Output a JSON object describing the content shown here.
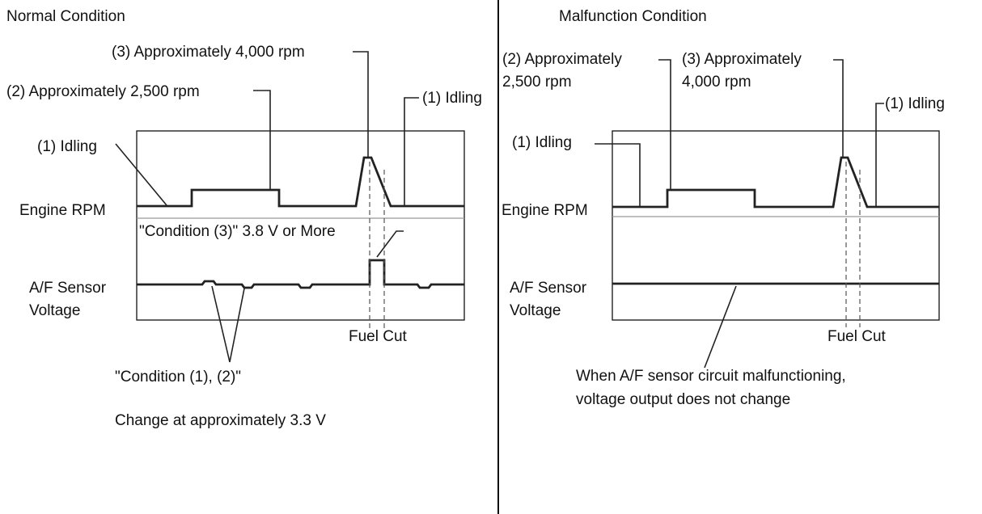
{
  "normal": {
    "title": "Normal Condition",
    "engine_label": "Engine RPM",
    "sensor_label_1": "A/F Sensor",
    "sensor_label_2": "Voltage",
    "idling_left": "(1) Idling",
    "rpm_2500": "(2) Approximately 2,500 rpm",
    "rpm_4000": "(3) Approximately 4,000 rpm",
    "idling_right": "(1) Idling",
    "condition3": "\"Condition (3)\" 3.8 V or More",
    "fuel_cut": "Fuel Cut",
    "condition12": "\"Condition (1), (2)\"",
    "change_note": "Change at approximately 3.3  V"
  },
  "malfunction": {
    "title": "Malfunction Condition",
    "engine_label": "Engine RPM",
    "sensor_label_1": "A/F Sensor",
    "sensor_label_2": "Voltage",
    "rpm_2500_1": "(2) Approximately",
    "rpm_2500_2": "2,500 rpm",
    "rpm_4000_1": "(3) Approximately",
    "rpm_4000_2": "4,000 rpm",
    "idling_left": "(1) Idling",
    "idling_right": "(1) Idling",
    "fuel_cut": "Fuel Cut",
    "note_1": "When A/F sensor circuit malfunctioning,",
    "note_2": "voltage output does not change"
  }
}
